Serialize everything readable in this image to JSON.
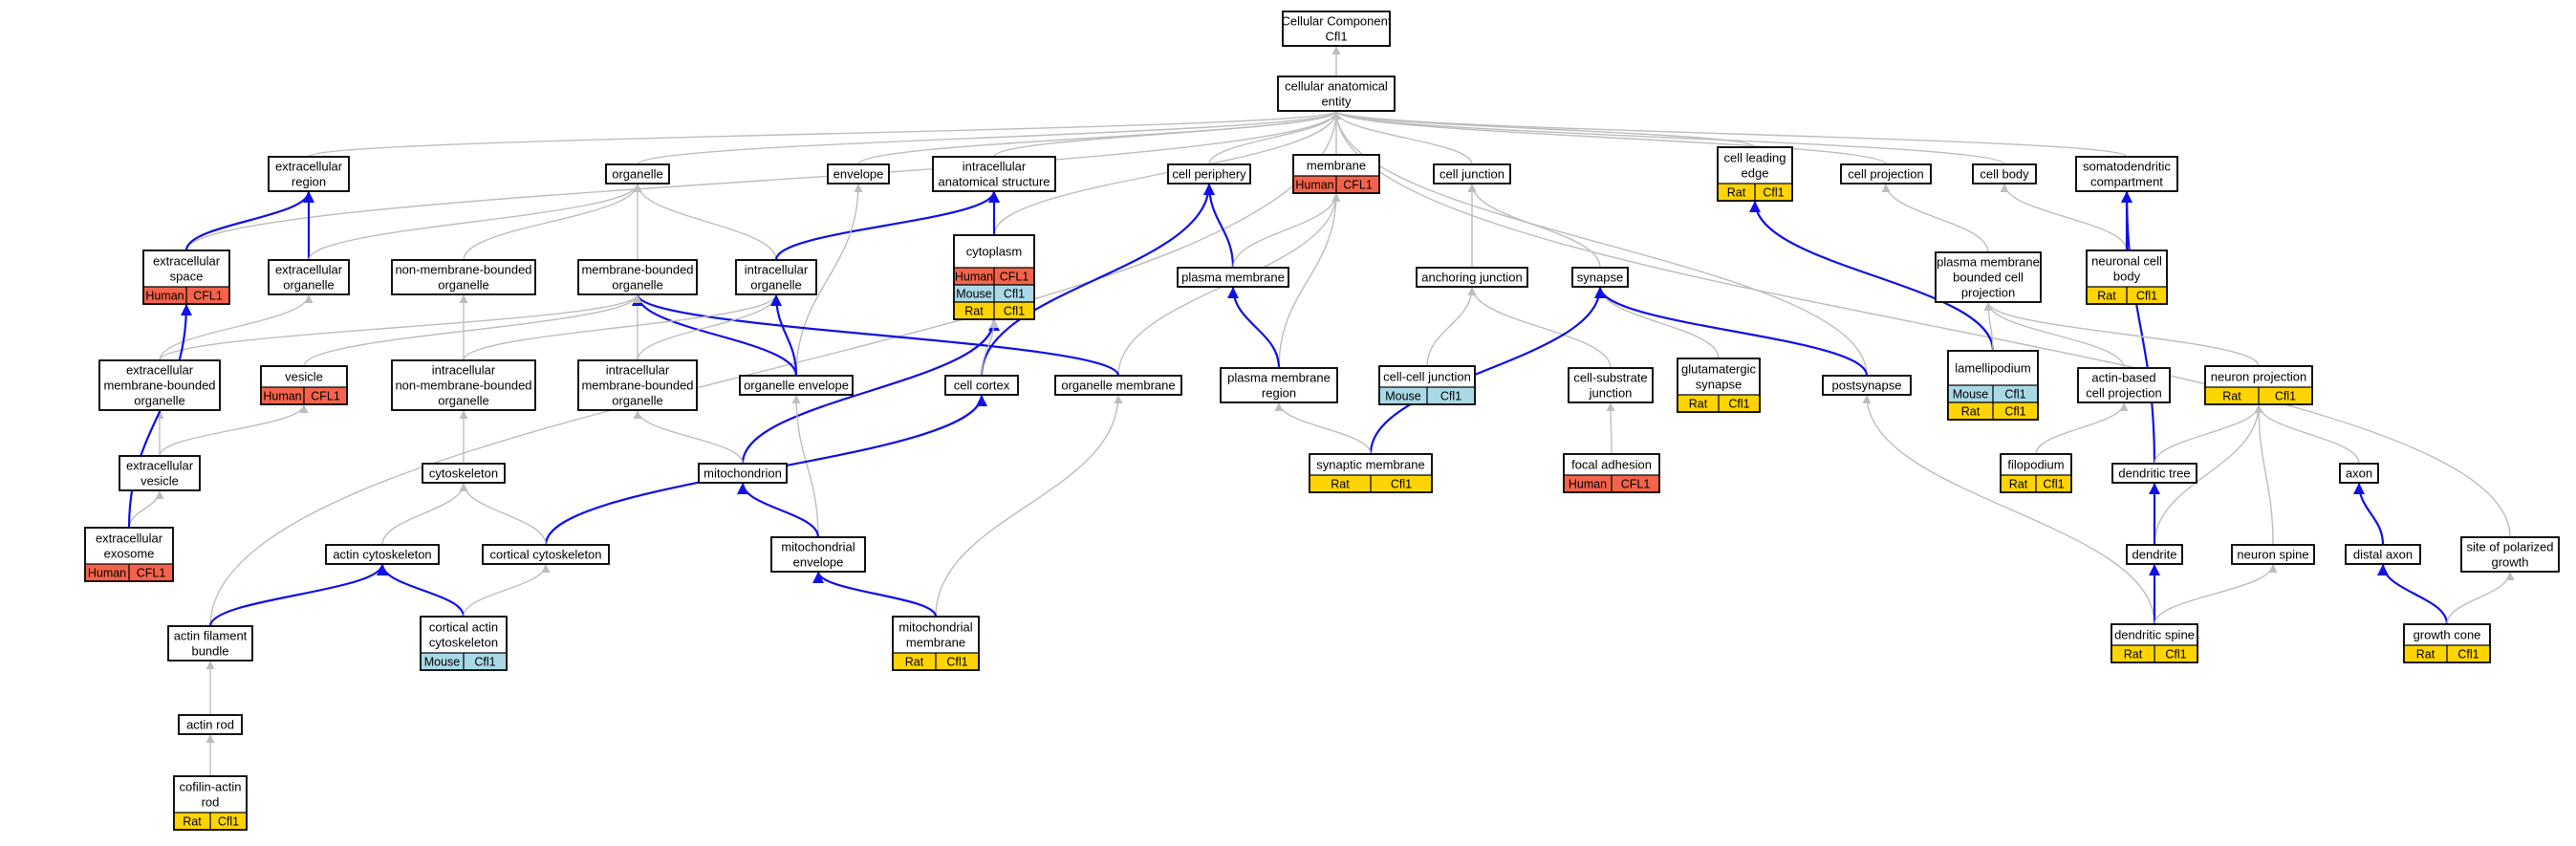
{
  "colors": {
    "human": "#f4634b",
    "mouse": "#a9d8e6",
    "rat": "#ffd400",
    "edge_gray": "#bdbdbd",
    "edge_blue": "#1010e8"
  },
  "nodes": [
    {
      "id": "root",
      "lines": [
        "Cellular Component",
        "Cfl1"
      ]
    },
    {
      "id": "cae",
      "lines": [
        "cellular anatomical",
        "entity"
      ]
    },
    {
      "id": "ecr",
      "lines": [
        "extracellular",
        "region"
      ]
    },
    {
      "id": "organelle",
      "lines": [
        "organelle"
      ]
    },
    {
      "id": "envelope",
      "lines": [
        "envelope"
      ]
    },
    {
      "id": "ias",
      "lines": [
        "intracellular",
        "anatomical structure"
      ]
    },
    {
      "id": "cperiph",
      "lines": [
        "cell periphery"
      ]
    },
    {
      "id": "membrane",
      "lines": [
        "membrane"
      ],
      "badges": [
        [
          "Human",
          "CFL1"
        ]
      ]
    },
    {
      "id": "cjunc",
      "lines": [
        "cell junction"
      ]
    },
    {
      "id": "cle",
      "lines": [
        "cell leading",
        "edge"
      ],
      "badges": [
        [
          "Rat",
          "Cfl1"
        ]
      ]
    },
    {
      "id": "cproj",
      "lines": [
        "cell projection"
      ]
    },
    {
      "id": "cbody",
      "lines": [
        "cell body"
      ]
    },
    {
      "id": "sdc",
      "lines": [
        "somatodendritic",
        "compartment"
      ]
    },
    {
      "id": "ecs",
      "lines": [
        "extracellular",
        "space"
      ],
      "badges": [
        [
          "Human",
          "CFL1"
        ]
      ]
    },
    {
      "id": "eco",
      "lines": [
        "extracellular",
        "organelle"
      ]
    },
    {
      "id": "nmbo",
      "lines": [
        "non-membrane-bounded",
        "organelle"
      ]
    },
    {
      "id": "mbo",
      "lines": [
        "membrane-bounded",
        "organelle"
      ]
    },
    {
      "id": "io",
      "lines": [
        "intracellular",
        "organelle"
      ]
    },
    {
      "id": "cyto",
      "lines": [
        "cytoplasm"
      ],
      "badges": [
        [
          "Human",
          "CFL1"
        ],
        [
          "Mouse",
          "Cfl1"
        ],
        [
          "Rat",
          "Cfl1"
        ]
      ]
    },
    {
      "id": "pm",
      "lines": [
        "plasma membrane"
      ]
    },
    {
      "id": "aj",
      "lines": [
        "anchoring junction"
      ]
    },
    {
      "id": "syn",
      "lines": [
        "synapse"
      ]
    },
    {
      "id": "pmbcp",
      "lines": [
        "plasma membrane",
        "bounded cell",
        "projection"
      ]
    },
    {
      "id": "ncb",
      "lines": [
        "neuronal cell",
        "body"
      ],
      "badges": [
        [
          "Rat",
          "Cfl1"
        ]
      ]
    },
    {
      "id": "embo",
      "lines": [
        "extracellular",
        "membrane-bounded",
        "organelle"
      ]
    },
    {
      "id": "vesicle",
      "lines": [
        "vesicle"
      ],
      "badges": [
        [
          "Human",
          "CFL1"
        ]
      ]
    },
    {
      "id": "inmbo",
      "lines": [
        "intracellular",
        "non-membrane-bounded",
        "organelle"
      ]
    },
    {
      "id": "imbo",
      "lines": [
        "intracellular",
        "membrane-bounded",
        "organelle"
      ]
    },
    {
      "id": "oenv",
      "lines": [
        "organelle envelope"
      ]
    },
    {
      "id": "ccortex",
      "lines": [
        "cell cortex"
      ]
    },
    {
      "id": "omem",
      "lines": [
        "organelle membrane"
      ]
    },
    {
      "id": "pmr",
      "lines": [
        "plasma membrane",
        "region"
      ]
    },
    {
      "id": "ccj",
      "lines": [
        "cell-cell junction"
      ],
      "badges": [
        [
          "Mouse",
          "Cfl1"
        ]
      ]
    },
    {
      "id": "csj",
      "lines": [
        "cell-substrate",
        "junction"
      ]
    },
    {
      "id": "gsyn",
      "lines": [
        "glutamatergic",
        "synapse"
      ],
      "badges": [
        [
          "Rat",
          "Cfl1"
        ]
      ]
    },
    {
      "id": "psyn",
      "lines": [
        "postsynapse"
      ]
    },
    {
      "id": "lam",
      "lines": [
        "lamellipodium"
      ],
      "badges": [
        [
          "Mouse",
          "Cfl1"
        ],
        [
          "Rat",
          "Cfl1"
        ]
      ]
    },
    {
      "id": "abcp",
      "lines": [
        "actin-based",
        "cell projection"
      ]
    },
    {
      "id": "nproj",
      "lines": [
        "neuron projection"
      ],
      "badges": [
        [
          "Rat",
          "Cfl1"
        ]
      ]
    },
    {
      "id": "ecv",
      "lines": [
        "extracellular",
        "vesicle"
      ]
    },
    {
      "id": "cytosk",
      "lines": [
        "cytoskeleton"
      ]
    },
    {
      "id": "mito",
      "lines": [
        "mitochondrion"
      ]
    },
    {
      "id": "synm",
      "lines": [
        "synaptic membrane"
      ],
      "badges": [
        [
          "Rat",
          "Cfl1"
        ]
      ]
    },
    {
      "id": "fa",
      "lines": [
        "focal adhesion"
      ],
      "badges": [
        [
          "Human",
          "CFL1"
        ]
      ]
    },
    {
      "id": "filo",
      "lines": [
        "filopodium"
      ],
      "badges": [
        [
          "Rat",
          "Cfl1"
        ]
      ]
    },
    {
      "id": "dtree",
      "lines": [
        "dendritic tree"
      ]
    },
    {
      "id": "axon",
      "lines": [
        "axon"
      ]
    },
    {
      "id": "exo",
      "lines": [
        "extracellular",
        "exosome"
      ],
      "badges": [
        [
          "Human",
          "CFL1"
        ]
      ]
    },
    {
      "id": "acsk",
      "lines": [
        "actin cytoskeleton"
      ]
    },
    {
      "id": "ccsk",
      "lines": [
        "cortical cytoskeleton"
      ]
    },
    {
      "id": "menv",
      "lines": [
        "mitochondrial",
        "envelope"
      ]
    },
    {
      "id": "dend",
      "lines": [
        "dendrite"
      ]
    },
    {
      "id": "nspine",
      "lines": [
        "neuron spine"
      ]
    },
    {
      "id": "daxon",
      "lines": [
        "distal axon"
      ]
    },
    {
      "id": "spg",
      "lines": [
        "site of polarized",
        "growth"
      ]
    },
    {
      "id": "afb",
      "lines": [
        "actin filament",
        "bundle"
      ]
    },
    {
      "id": "cacsk",
      "lines": [
        "cortical actin",
        "cytoskeleton"
      ],
      "badges": [
        [
          "Mouse",
          "Cfl1"
        ]
      ]
    },
    {
      "id": "mmem",
      "lines": [
        "mitochondrial",
        "membrane"
      ],
      "badges": [
        [
          "Rat",
          "Cfl1"
        ]
      ]
    },
    {
      "id": "dspine",
      "lines": [
        "dendritic spine"
      ],
      "badges": [
        [
          "Rat",
          "Cfl1"
        ]
      ]
    },
    {
      "id": "gcone",
      "lines": [
        "growth cone"
      ],
      "badges": [
        [
          "Rat",
          "Cfl1"
        ]
      ]
    },
    {
      "id": "arod",
      "lines": [
        "actin rod"
      ]
    },
    {
      "id": "cofilin",
      "lines": [
        "cofilin-actin",
        "rod"
      ],
      "badges": [
        [
          "Rat",
          "Cfl1"
        ]
      ]
    }
  ],
  "edges": [
    {
      "from": "cae",
      "to": "root",
      "kind": "gray"
    },
    {
      "from": "ecr",
      "to": "cae",
      "kind": "gray"
    },
    {
      "from": "organelle",
      "to": "cae",
      "kind": "gray"
    },
    {
      "from": "envelope",
      "to": "cae",
      "kind": "gray"
    },
    {
      "from": "ias",
      "to": "cae",
      "kind": "gray"
    },
    {
      "from": "cperiph",
      "to": "cae",
      "kind": "gray"
    },
    {
      "from": "membrane",
      "to": "cae",
      "kind": "gray"
    },
    {
      "from": "cjunc",
      "to": "cae",
      "kind": "gray"
    },
    {
      "from": "cle",
      "to": "cae",
      "kind": "gray"
    },
    {
      "from": "cproj",
      "to": "cae",
      "kind": "gray"
    },
    {
      "from": "cbody",
      "to": "cae",
      "kind": "gray"
    },
    {
      "from": "sdc",
      "to": "cae",
      "kind": "gray"
    },
    {
      "from": "ecs",
      "to": "cae",
      "kind": "gray"
    },
    {
      "from": "cyto",
      "to": "cae",
      "kind": "gray"
    },
    {
      "from": "psyn",
      "to": "cae",
      "kind": "gray"
    },
    {
      "from": "spg",
      "to": "cae",
      "kind": "gray"
    },
    {
      "from": "afb",
      "to": "cae",
      "kind": "gray"
    },
    {
      "from": "ecs",
      "to": "ecr",
      "kind": "blue"
    },
    {
      "from": "eco",
      "to": "ecr",
      "kind": "blue"
    },
    {
      "from": "eco",
      "to": "organelle",
      "kind": "gray"
    },
    {
      "from": "nmbo",
      "to": "organelle",
      "kind": "gray"
    },
    {
      "from": "mbo",
      "to": "organelle",
      "kind": "gray"
    },
    {
      "from": "io",
      "to": "organelle",
      "kind": "gray"
    },
    {
      "from": "io",
      "to": "ias",
      "kind": "blue"
    },
    {
      "from": "cyto",
      "to": "ias",
      "kind": "blue"
    },
    {
      "from": "oenv",
      "to": "envelope",
      "kind": "gray"
    },
    {
      "from": "pm",
      "to": "cperiph",
      "kind": "blue"
    },
    {
      "from": "ccortex",
      "to": "cperiph",
      "kind": "blue"
    },
    {
      "from": "pm",
      "to": "membrane",
      "kind": "gray"
    },
    {
      "from": "omem",
      "to": "membrane",
      "kind": "gray"
    },
    {
      "from": "pmr",
      "to": "membrane",
      "kind": "gray"
    },
    {
      "from": "aj",
      "to": "cjunc",
      "kind": "gray"
    },
    {
      "from": "syn",
      "to": "cjunc",
      "kind": "gray"
    },
    {
      "from": "lam",
      "to": "cle",
      "kind": "blue"
    },
    {
      "from": "pmbcp",
      "to": "cproj",
      "kind": "gray"
    },
    {
      "from": "ncb",
      "to": "cbody",
      "kind": "gray"
    },
    {
      "from": "ncb",
      "to": "sdc",
      "kind": "blue"
    },
    {
      "from": "dtree",
      "to": "sdc",
      "kind": "blue"
    },
    {
      "from": "embo",
      "to": "eco",
      "kind": "gray"
    },
    {
      "from": "inmbo",
      "to": "nmbo",
      "kind": "gray"
    },
    {
      "from": "embo",
      "to": "mbo",
      "kind": "gray"
    },
    {
      "from": "imbo",
      "to": "mbo",
      "kind": "gray"
    },
    {
      "from": "oenv",
      "to": "mbo",
      "kind": "blue"
    },
    {
      "from": "omem",
      "to": "mbo",
      "kind": "blue"
    },
    {
      "from": "vesicle",
      "to": "mbo",
      "kind": "gray"
    },
    {
      "from": "inmbo",
      "to": "io",
      "kind": "gray"
    },
    {
      "from": "imbo",
      "to": "io",
      "kind": "gray"
    },
    {
      "from": "oenv",
      "to": "io",
      "kind": "blue"
    },
    {
      "from": "mito",
      "to": "cyto",
      "kind": "blue"
    },
    {
      "from": "ccortex",
      "to": "cyto",
      "kind": "gray"
    },
    {
      "from": "pmr",
      "to": "pm",
      "kind": "blue"
    },
    {
      "from": "ccj",
      "to": "aj",
      "kind": "gray"
    },
    {
      "from": "csj",
      "to": "aj",
      "kind": "gray"
    },
    {
      "from": "gsyn",
      "to": "syn",
      "kind": "gray"
    },
    {
      "from": "psyn",
      "to": "syn",
      "kind": "blue"
    },
    {
      "from": "synm",
      "to": "syn",
      "kind": "blue"
    },
    {
      "from": "lam",
      "to": "pmbcp",
      "kind": "gray"
    },
    {
      "from": "abcp",
      "to": "pmbcp",
      "kind": "gray"
    },
    {
      "from": "nproj",
      "to": "pmbcp",
      "kind": "gray"
    },
    {
      "from": "ecv",
      "to": "embo",
      "kind": "gray"
    },
    {
      "from": "ecv",
      "to": "vesicle",
      "kind": "gray"
    },
    {
      "from": "cytosk",
      "to": "inmbo",
      "kind": "gray"
    },
    {
      "from": "mito",
      "to": "imbo",
      "kind": "gray"
    },
    {
      "from": "menv",
      "to": "oenv",
      "kind": "gray"
    },
    {
      "from": "ccsk",
      "to": "ccortex",
      "kind": "blue"
    },
    {
      "from": "mmem",
      "to": "omem",
      "kind": "gray"
    },
    {
      "from": "synm",
      "to": "pmr",
      "kind": "gray"
    },
    {
      "from": "fa",
      "to": "csj",
      "kind": "gray"
    },
    {
      "from": "dspine",
      "to": "psyn",
      "kind": "gray"
    },
    {
      "from": "filo",
      "to": "abcp",
      "kind": "gray"
    },
    {
      "from": "dtree",
      "to": "nproj",
      "kind": "gray"
    },
    {
      "from": "axon",
      "to": "nproj",
      "kind": "gray"
    },
    {
      "from": "dend",
      "to": "nproj",
      "kind": "gray"
    },
    {
      "from": "nspine",
      "to": "nproj",
      "kind": "gray"
    },
    {
      "from": "exo",
      "to": "ecv",
      "kind": "gray"
    },
    {
      "from": "exo",
      "to": "ecs",
      "kind": "blue"
    },
    {
      "from": "acsk",
      "to": "cytosk",
      "kind": "gray"
    },
    {
      "from": "ccsk",
      "to": "cytosk",
      "kind": "gray"
    },
    {
      "from": "menv",
      "to": "mito",
      "kind": "blue"
    },
    {
      "from": "dend",
      "to": "dtree",
      "kind": "blue"
    },
    {
      "from": "daxon",
      "to": "axon",
      "kind": "blue"
    },
    {
      "from": "afb",
      "to": "acsk",
      "kind": "blue"
    },
    {
      "from": "cacsk",
      "to": "acsk",
      "kind": "blue"
    },
    {
      "from": "cacsk",
      "to": "ccsk",
      "kind": "gray"
    },
    {
      "from": "mmem",
      "to": "menv",
      "kind": "blue"
    },
    {
      "from": "dspine",
      "to": "dend",
      "kind": "blue"
    },
    {
      "from": "dspine",
      "to": "nspine",
      "kind": "gray"
    },
    {
      "from": "gcone",
      "to": "daxon",
      "kind": "blue"
    },
    {
      "from": "gcone",
      "to": "spg",
      "kind": "gray"
    },
    {
      "from": "arod",
      "to": "afb",
      "kind": "gray"
    },
    {
      "from": "cofilin",
      "to": "arod",
      "kind": "gray"
    }
  ]
}
